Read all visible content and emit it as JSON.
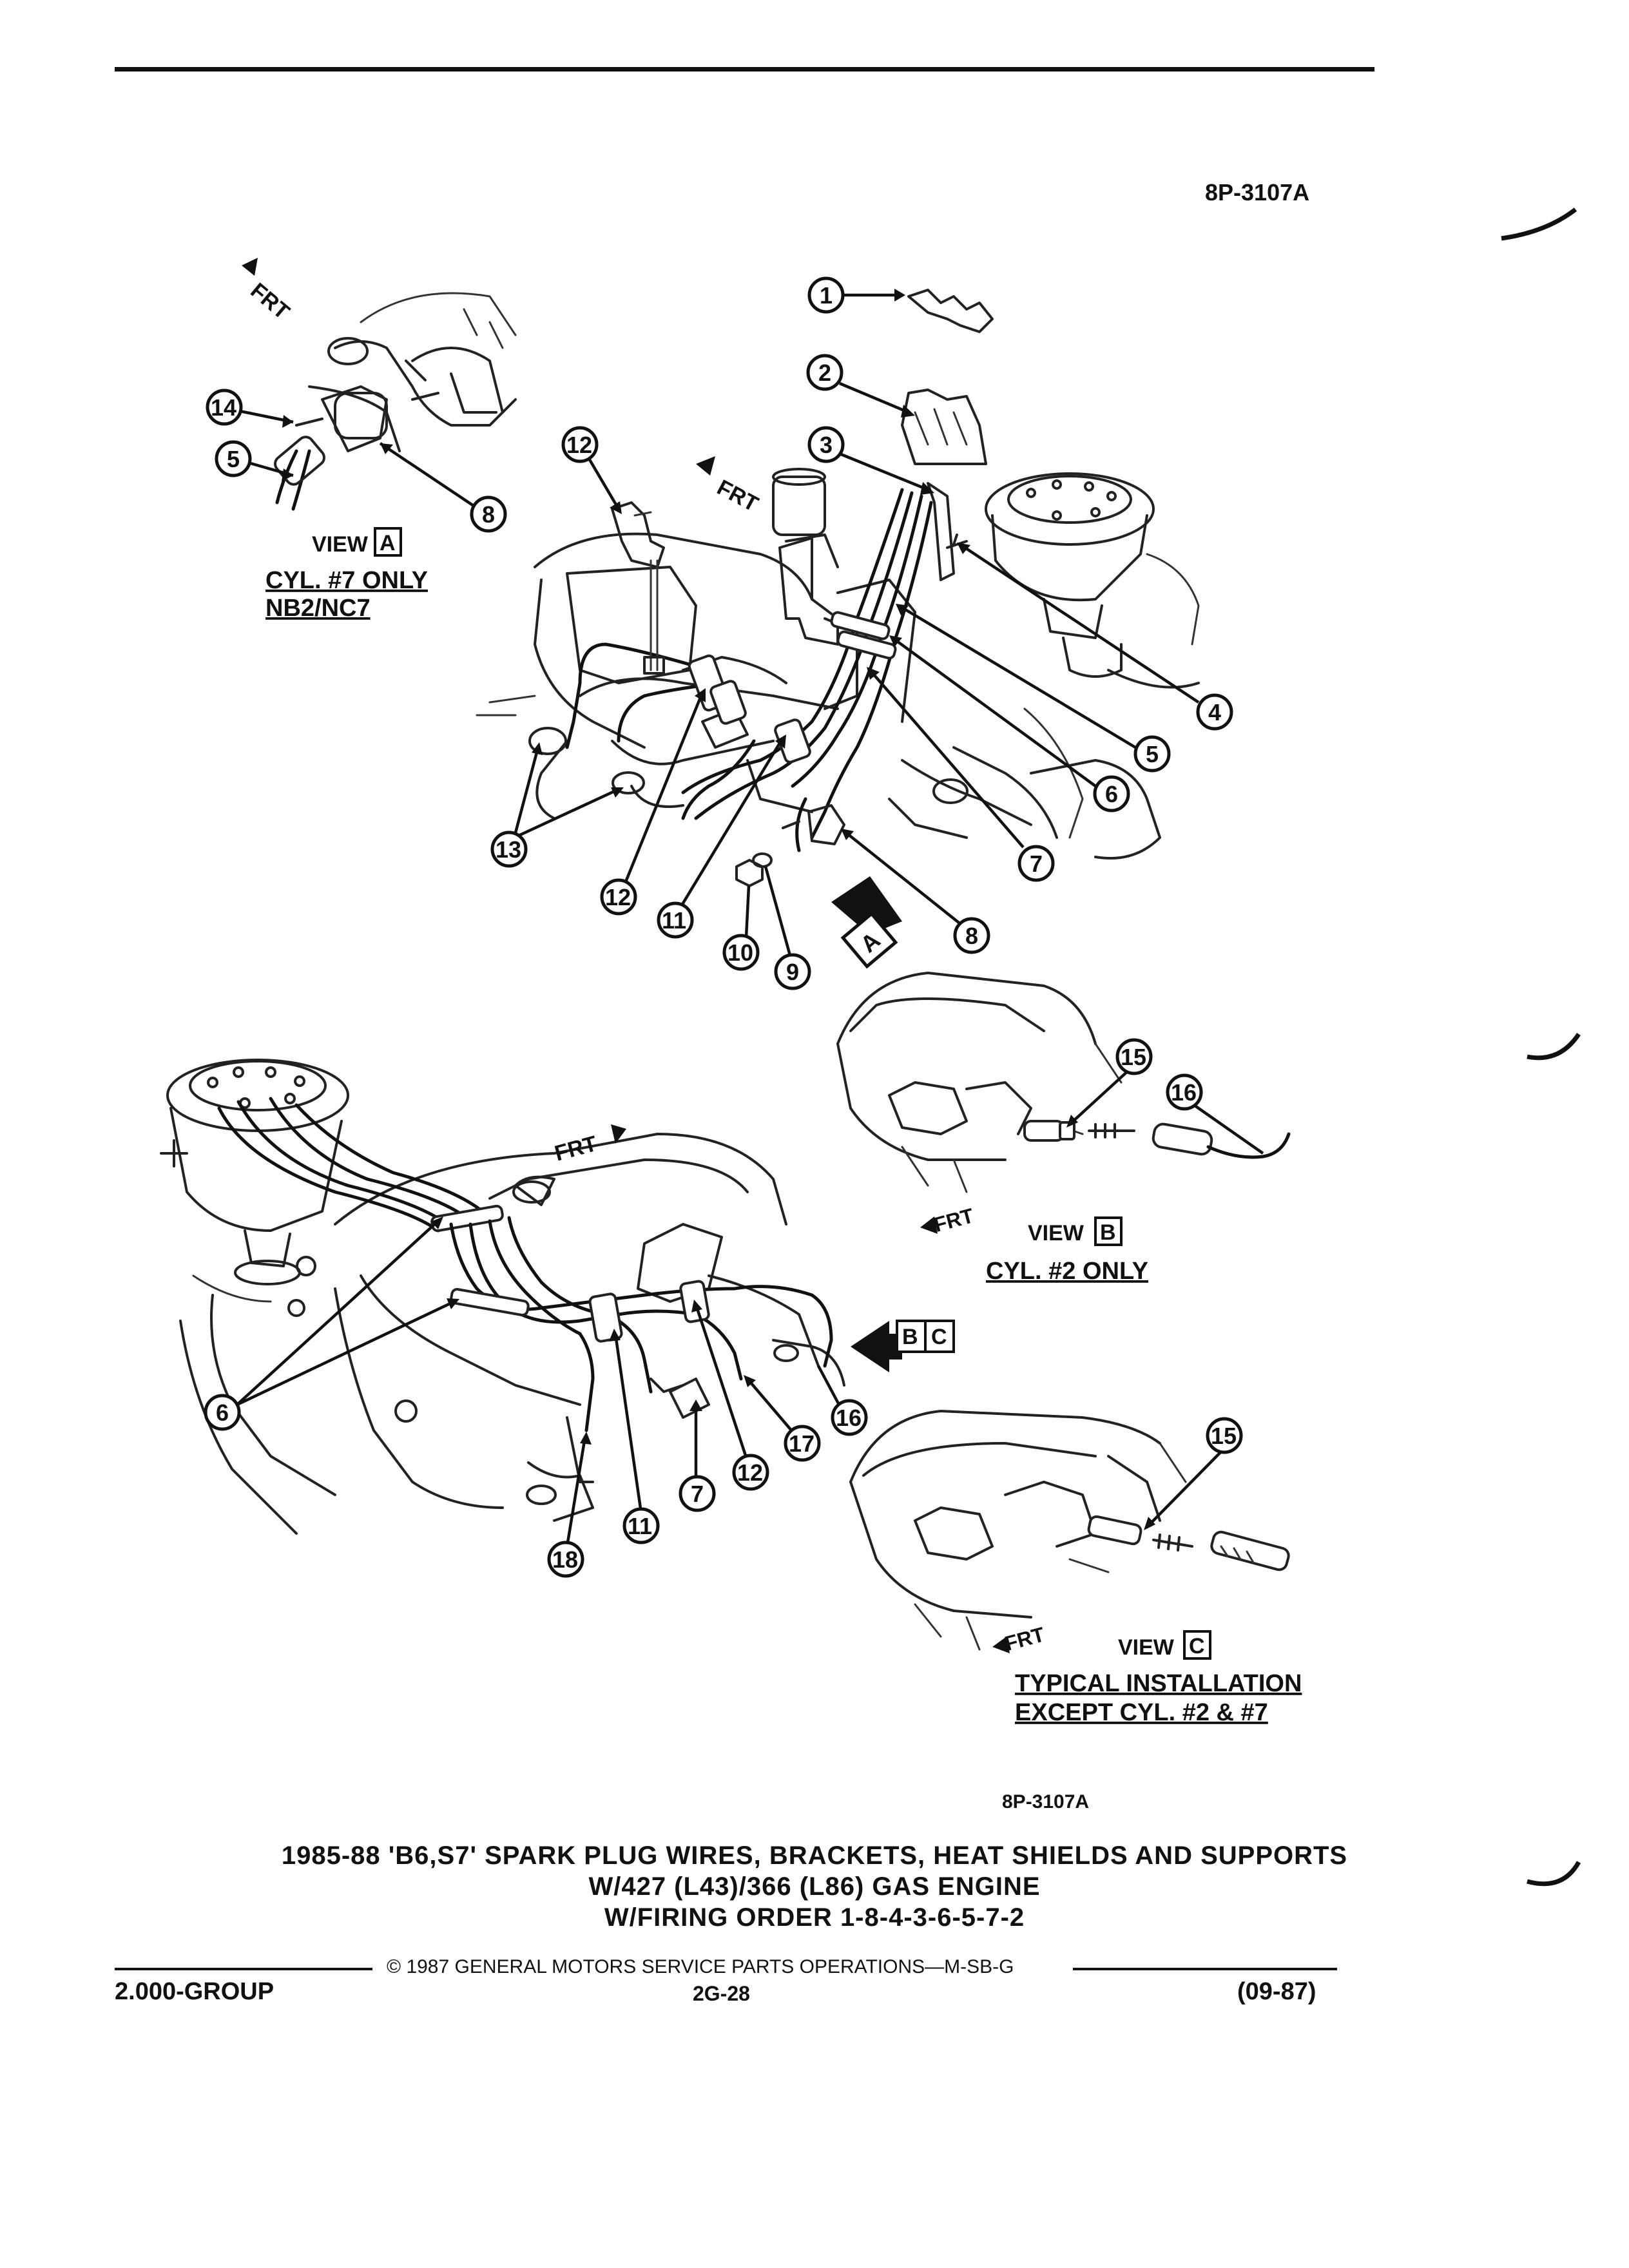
{
  "header": {
    "ref_code": "8P-3107A"
  },
  "figure": {
    "bottom_ref": "8P-3107A",
    "frt": "FRT",
    "view_word": "VIEW",
    "view_a": {
      "letter": "A",
      "caption_1": "CYL. #7 ONLY",
      "caption_2": "NB2/NC7"
    },
    "view_b": {
      "letter": "B",
      "caption": "CYL. #2 ONLY"
    },
    "view_c": {
      "letter": "C",
      "caption_1": "TYPICAL INSTALLATION",
      "caption_2": "EXCEPT CYL. #2 & #7"
    },
    "marker_bc": [
      "B",
      "C"
    ],
    "callouts": {
      "c1": "1",
      "c2": "2",
      "c3": "3",
      "c4": "4",
      "c5": "5",
      "c6": "6",
      "c7": "7",
      "c8": "8",
      "c9": "9",
      "c10": "10",
      "c11": "11",
      "c12": "12",
      "c13": "13",
      "c14": "14",
      "c15": "15",
      "c16": "16",
      "c17": "17",
      "c18": "18"
    }
  },
  "caption": {
    "line1": "1985-88 'B6,S7' SPARK PLUG WIRES, BRACKETS, HEAT SHIELDS AND SUPPORTS",
    "line2": "W/427 (L43)/366 (L86) GAS ENGINE",
    "line3": "W/FIRING ORDER 1-8-4-3-6-5-7-2"
  },
  "footer": {
    "copyright": "© 1987 GENERAL MOTORS SERVICE PARTS OPERATIONS—M-SB-G",
    "group": "2.000-GROUP",
    "page": "2G-28",
    "date": "(09-87)"
  }
}
